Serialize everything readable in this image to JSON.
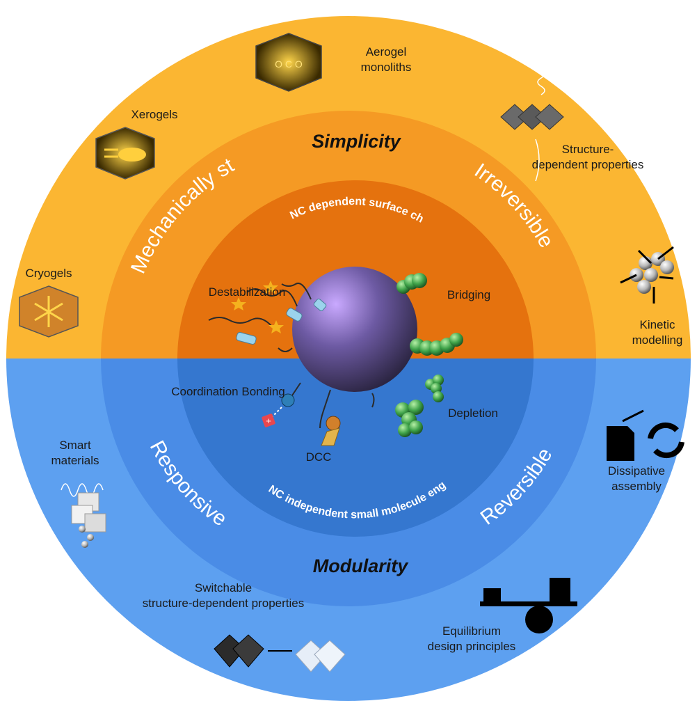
{
  "headings": {
    "top": "Simplicity",
    "bottom": "Modularity"
  },
  "middle_ring": {
    "top_left": "Mechanically stable",
    "top_right": "Irreversible",
    "bottom_left": "Responsive",
    "bottom_right": "Reversible"
  },
  "inner_ring": {
    "top": "NC dependent surface chemistry",
    "bottom": "NC independent small molecule engineering"
  },
  "mechanisms": {
    "destabilization": "Destabilization",
    "bridging": "Bridging",
    "coordination": "Coordination Bonding",
    "depletion": "Depletion",
    "dcc": "DCC"
  },
  "outer_items": {
    "aerogel": "Aerogel monoliths",
    "xerogels": "Xerogels",
    "cryogels": "Cryogels",
    "structure_dependent": "Structure-dependent properties",
    "kinetic": "Kinetic modelling",
    "dissipative": "Dissipative assembly",
    "equilibrium": "Equilibrium design principles",
    "switchable": "Switchable structure-dependent properties",
    "smart": "Smart materials"
  },
  "icon_text": {
    "aerogel_molecule": "O C O"
  },
  "colors": {
    "outer_top": "#FBB632",
    "middle_top": "#F59A24",
    "inner_top": "#E5720E",
    "outer_bottom": "#5DA0F0",
    "middle_bottom": "#4A8CE6",
    "inner_bottom": "#3577CF",
    "sphere": "#6a559b"
  },
  "icons": [
    "aerogel-hexagon-icon",
    "xerogel-hexagon-icon",
    "cryogel-snowflake-icon",
    "octahedra-chain-icon",
    "particle-cluster-icon",
    "fuel-can-icon",
    "recycle-arrows-icon",
    "balance-seesaw-icon",
    "octahedra-switch-icon",
    "smart-cubes-icon"
  ]
}
